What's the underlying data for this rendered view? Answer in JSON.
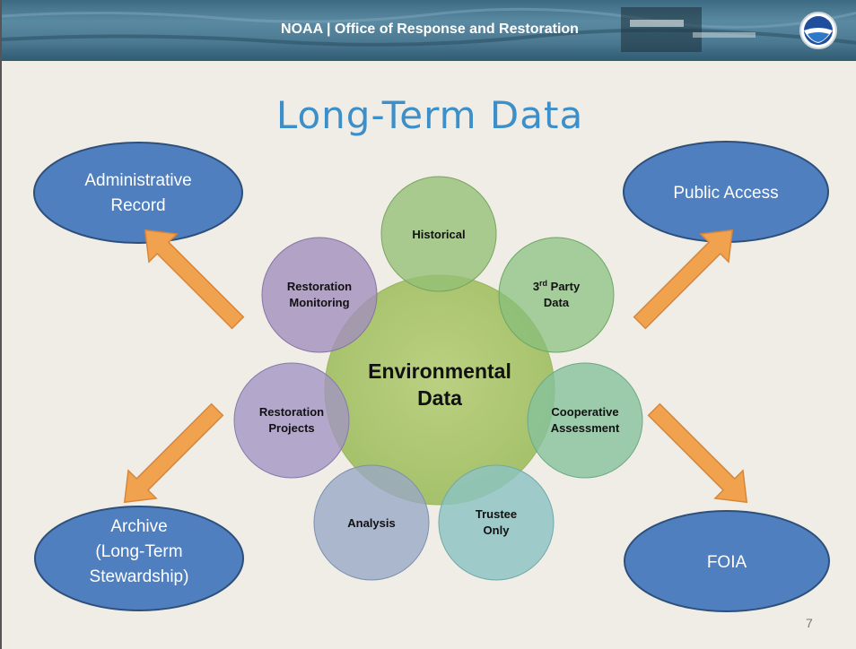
{
  "header": {
    "title": "NOAA | Office of Response and Restoration"
  },
  "slide": {
    "title": "Long-Term Data",
    "page_number": "7"
  },
  "center": {
    "line1": "Environmental",
    "line2": "Data"
  },
  "outputs": {
    "admin_record": {
      "line1": "Administrative",
      "line2": "Record"
    },
    "public_access": {
      "line1": "Public Access"
    },
    "archive": {
      "line1": "Archive",
      "line2": "(Long-Term",
      "line3": "Stewardship)"
    },
    "foia": {
      "line1": "FOIA"
    }
  },
  "sources": {
    "historical": {
      "line1": "Historical"
    },
    "third_party": {
      "prefix": "3",
      "sup": "rd",
      "suffix": " Party",
      "line2": "Data"
    },
    "cooperative": {
      "line1": "Cooperative",
      "line2": "Assessment"
    },
    "trustee": {
      "line1": "Trustee",
      "line2": "Only"
    },
    "analysis": {
      "line1": "Analysis"
    },
    "restoration_projects": {
      "line1": "Restoration",
      "line2": "Projects"
    },
    "restoration_monitoring": {
      "line1": "Restoration",
      "line2": "Monitoring"
    }
  },
  "colors": {
    "oval_fill": "#4f7fbf",
    "oval_stroke": "#2e4f7a",
    "arrow": "#f0a24f",
    "center": "#a8c46a",
    "title": "#3d8fc9"
  }
}
